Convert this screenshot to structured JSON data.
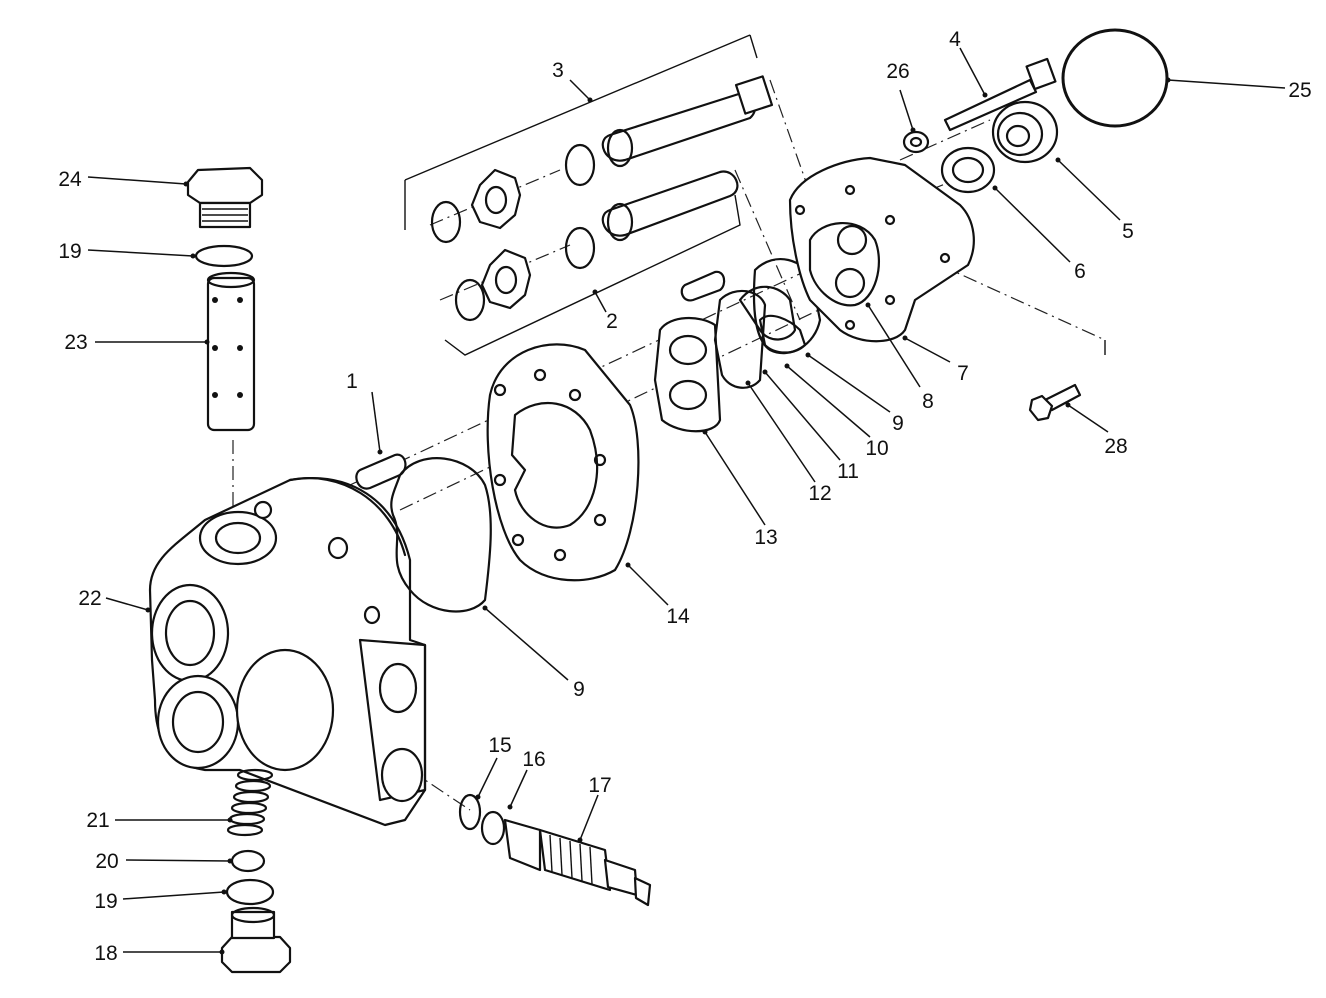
{
  "callouts": [
    {
      "n": "1"
    },
    {
      "n": "2"
    },
    {
      "n": "3"
    },
    {
      "n": "4"
    },
    {
      "n": "5"
    },
    {
      "n": "6"
    },
    {
      "n": "7"
    },
    {
      "n": "8"
    },
    {
      "n": "9"
    },
    {
      "n": "9"
    },
    {
      "n": "10"
    },
    {
      "n": "11"
    },
    {
      "n": "12"
    },
    {
      "n": "13"
    },
    {
      "n": "14"
    },
    {
      "n": "15"
    },
    {
      "n": "16"
    },
    {
      "n": "17"
    },
    {
      "n": "18"
    },
    {
      "n": "19"
    },
    {
      "n": "19"
    },
    {
      "n": "20"
    },
    {
      "n": "21"
    },
    {
      "n": "22"
    },
    {
      "n": "23"
    },
    {
      "n": "24"
    },
    {
      "n": "25"
    },
    {
      "n": "26"
    },
    {
      "n": "28"
    }
  ]
}
